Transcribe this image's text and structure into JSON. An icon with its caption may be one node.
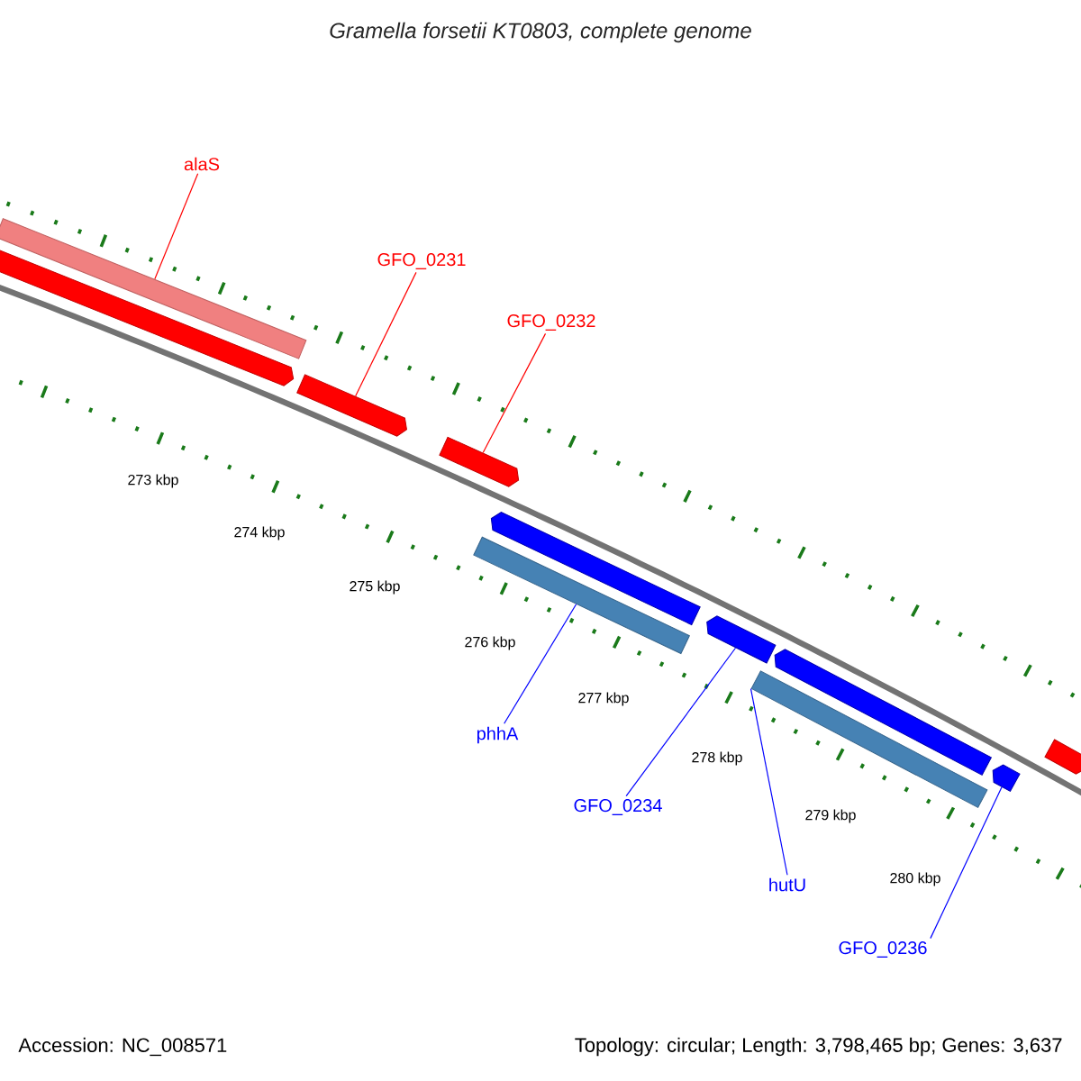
{
  "diagram": {
    "title": "Gramella forsetii KT0803, complete genome",
    "nodes": [
      {
        "text": [
          "alaS"
        ]
      },
      {
        "text": [
          "GFO_0231"
        ]
      },
      {
        "text": [
          "GFO_0232"
        ]
      },
      {
        "text": [
          "phhA"
        ]
      },
      {
        "text": [
          "GFO_0234"
        ]
      },
      {
        "text": [
          "hutU"
        ]
      },
      {
        "text": [
          "GFO_0236"
        ]
      },
      {
        "text": [],
        "shape": "bar"
      },
      {
        "text": [],
        "shape": "arrow"
      },
      {
        "text": [],
        "shape": "arrow"
      },
      {
        "text": [],
        "shape": "arrow"
      },
      {
        "text": [],
        "shape": "bar"
      },
      {
        "text": [],
        "shape": "arrow"
      },
      {
        "text": [],
        "shape": "arrow"
      },
      {
        "text": [],
        "shape": "bar"
      },
      {
        "text": [],
        "shape": "arrow"
      },
      {
        "text": [],
        "shape": "arrow"
      },
      {
        "text": [],
        "shape": "arrow"
      }
    ],
    "edges": [
      {
        "from": 0,
        "to": 7,
        "arrow": "none",
        "color": "#ff0000"
      },
      {
        "from": 1,
        "to": 9,
        "arrow": "none",
        "color": "#ff0000"
      },
      {
        "from": 2,
        "to": 10,
        "arrow": "none",
        "color": "#ff0000"
      },
      {
        "from": 3,
        "to": 11,
        "arrow": "none",
        "color": "#0000ff"
      },
      {
        "from": 4,
        "to": 13,
        "arrow": "none",
        "color": "#0000ff"
      },
      {
        "from": 5,
        "to": 14,
        "arrow": "none",
        "color": "#0000ff"
      },
      {
        "from": 6,
        "to": 16,
        "arrow": "none",
        "color": "#0000ff"
      }
    ],
    "labels": [
      "273 kbp",
      "274 kbp",
      "275 kbp",
      "276 kbp",
      "277 kbp",
      "278 kbp",
      "279 kbp",
      "280 kbp",
      "Accession: NC_008571",
      "Topology: circular; Length: 3,798,465 bp; Genes: 3,637"
    ]
  }
}
